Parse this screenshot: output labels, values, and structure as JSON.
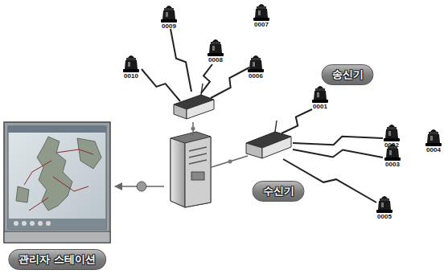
{
  "diagram": {
    "nodes": [
      {
        "text": [
          "0009"
        ]
      },
      {
        "text": [
          "0007"
        ]
      },
      {
        "text": [
          "0008"
        ]
      },
      {
        "text": [
          "0010"
        ]
      },
      {
        "text": [
          "0006"
        ]
      },
      {
        "text": [
          "송신기"
        ]
      },
      {
        "text": [
          "0001"
        ]
      },
      {
        "text": [
          "0002"
        ]
      },
      {
        "text": [
          "0004"
        ]
      },
      {
        "text": [
          "0003"
        ]
      },
      {
        "text": [
          "수신기"
        ]
      },
      {
        "text": [
          "0005"
        ]
      },
      {
        "text": [
          "관리자 스테이션"
        ]
      }
    ]
  }
}
